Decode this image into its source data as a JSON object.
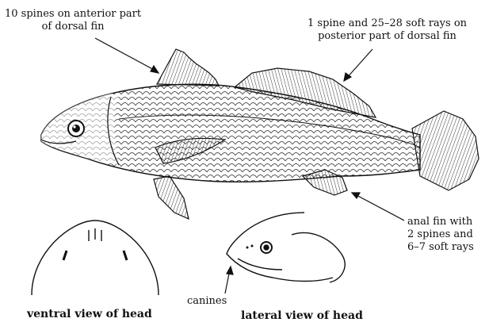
{
  "labels": {
    "dorsal_anterior": [
      "10 spines on anterior part",
      "of dorsal fin"
    ],
    "dorsal_posterior": [
      "1 spine and 25–28 soft rays on",
      "posterior part of dorsal fin"
    ],
    "anal_fin": [
      "anal fin with",
      "2 spines and",
      "6–7 soft rays"
    ],
    "canines": "canines",
    "ventral_view": "ventral view of head",
    "lateral_view": "lateral view of head"
  },
  "colors": {
    "ink": "#111111",
    "paper": "#ffffff"
  }
}
